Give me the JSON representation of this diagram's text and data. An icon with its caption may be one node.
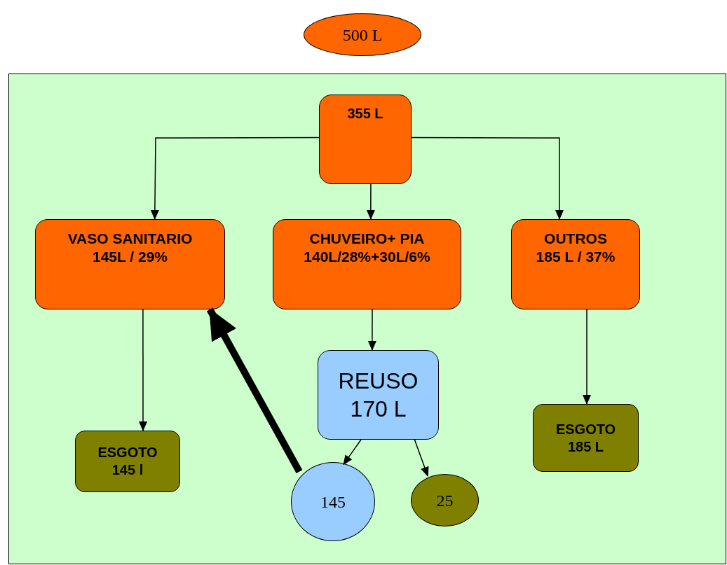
{
  "diagram": {
    "nodes": [
      {
        "text": [
          "500 L"
        ]
      },
      {
        "text": [],
        "shape": "box"
      },
      {
        "text": [
          "355 L"
        ],
        "in": 1
      },
      {
        "text": [
          "VASO SANITARIO",
          "145L / 29%"
        ],
        "in": 1
      },
      {
        "text": [
          "CHUVEIRO+ PIA",
          "140L/28%+30L/6%"
        ],
        "in": 1
      },
      {
        "text": [
          "OUTROS",
          "185 L / 37%"
        ],
        "in": 1
      },
      {
        "text": [
          "REUSO",
          "170 L"
        ],
        "in": 1
      },
      {
        "text": [
          "ESGOTO",
          "145 l"
        ],
        "in": 1
      },
      {
        "text": [
          "145"
        ],
        "in": 1
      },
      {
        "text": [
          "25"
        ],
        "in": 1
      },
      {
        "text": [
          "ESGOTO",
          "185 L"
        ],
        "in": 1
      }
    ],
    "edges": [
      {
        "from": 2,
        "to": 3,
        "arrow": "to"
      },
      {
        "from": 2,
        "to": 4,
        "arrow": "to"
      },
      {
        "from": 2,
        "to": 5,
        "arrow": "to"
      },
      {
        "from": 3,
        "to": 7,
        "arrow": "to"
      },
      {
        "from": 4,
        "to": 6,
        "arrow": "to"
      },
      {
        "from": 5,
        "to": 10,
        "arrow": "to"
      },
      {
        "from": 6,
        "to": 8,
        "arrow": "to"
      },
      {
        "from": 6,
        "to": 9,
        "arrow": "to"
      },
      {
        "from": 8,
        "to": 3,
        "arrow": "to",
        "style": "thick"
      }
    ]
  }
}
